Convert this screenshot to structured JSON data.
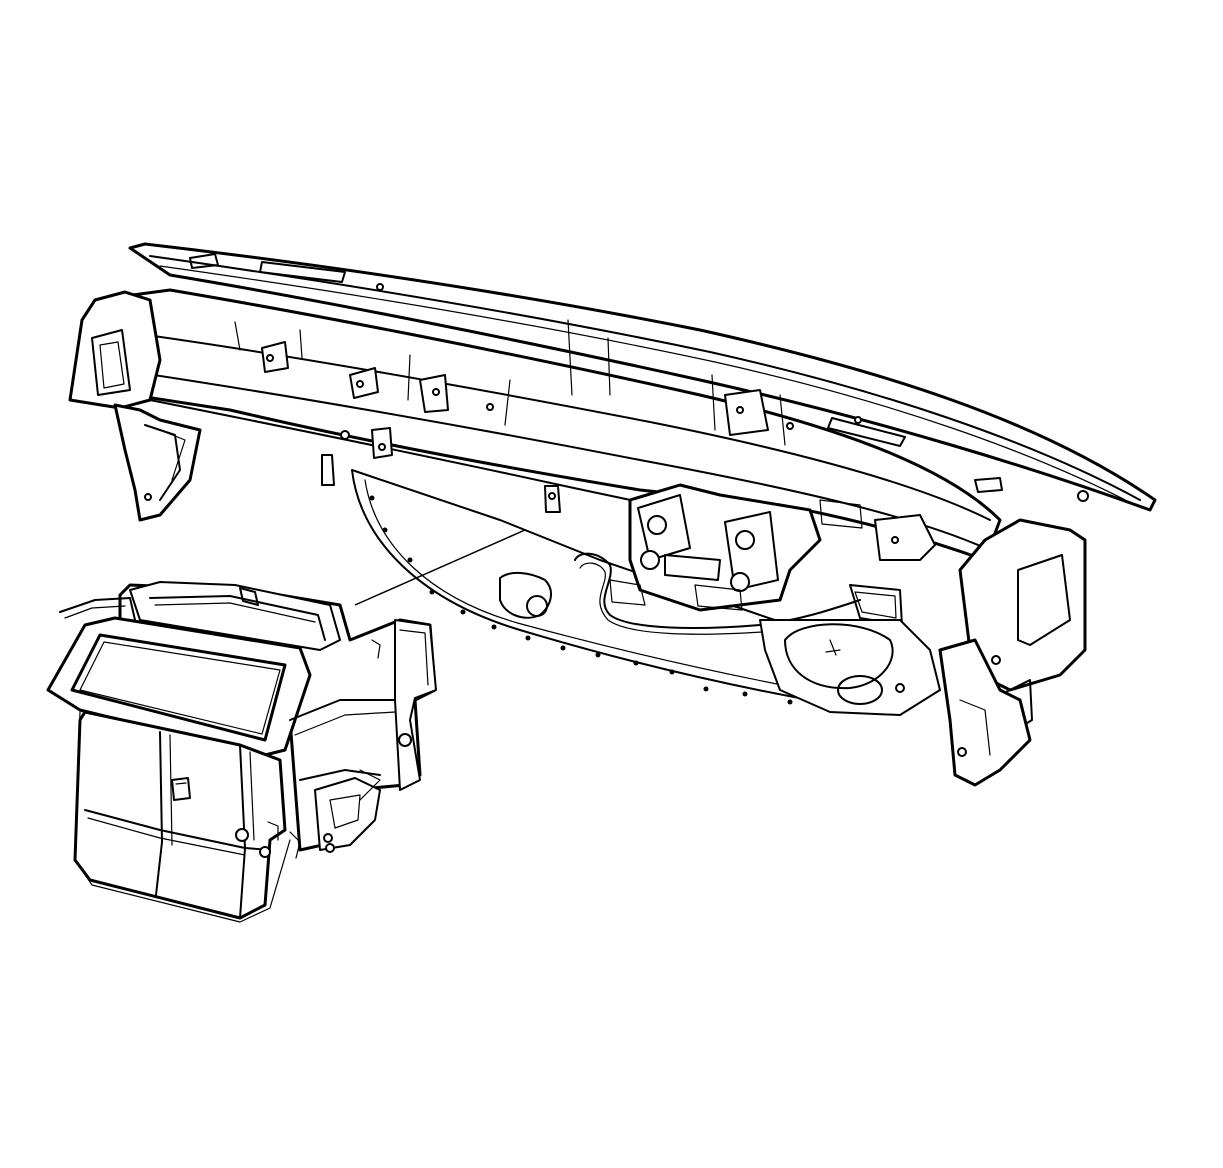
{
  "diagram": {
    "background_color": "#ffffff",
    "line_color": "#000000",
    "components": {
      "instrument_panel_carrier": "instrument-panel-carrier",
      "hvac_module": "hvac-module-assembly",
      "leader_line": "leader-line"
    }
  }
}
